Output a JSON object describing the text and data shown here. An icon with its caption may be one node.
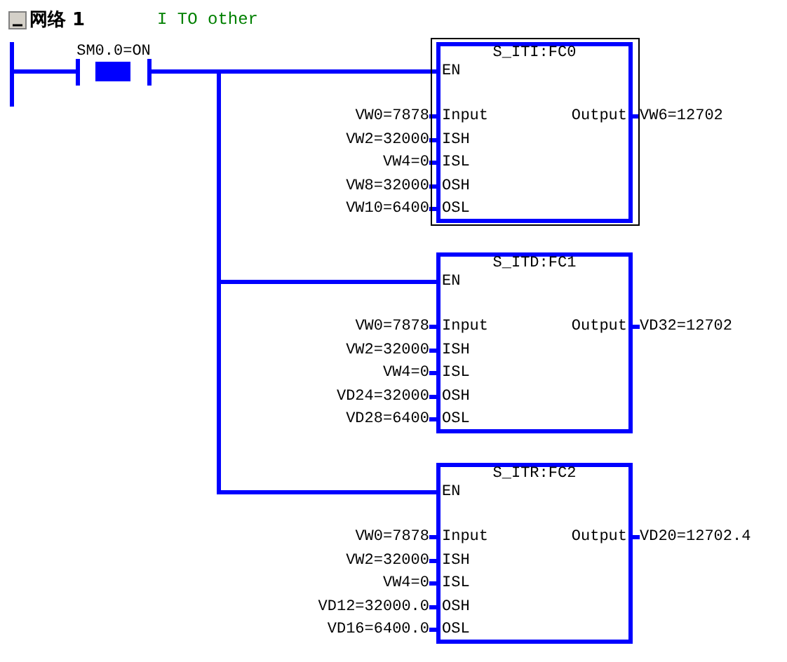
{
  "diagram": {
    "title": "网络 1",
    "nodes": [
      {
        "text": [],
        "shape": "bar"
      },
      {
        "text": [
          "SM0.0=ON"
        ]
      },
      {
        "text": [
          "S_ITI:FC0",
          "EN",
          "Input",
          "ISH",
          "ISL",
          "OSH",
          "OSL",
          "Output"
        ],
        "beside": [
          "VW0=7878",
          "VW2=32000",
          "VW4=0",
          "VW8=32000",
          "VW10=6400",
          "VW6=12702"
        ]
      },
      {
        "text": [
          "S_ITD:FC1",
          "EN",
          "Input",
          "ISH",
          "ISL",
          "OSH",
          "OSL",
          "Output"
        ],
        "beside": [
          "VW0=7878",
          "VW2=32000",
          "VW4=0",
          "VD24=32000",
          "VD28=6400",
          "VD32=12702"
        ]
      },
      {
        "text": [
          "S_ITR:FC2",
          "EN",
          "Input",
          "ISH",
          "ISL",
          "OSH",
          "OSL",
          "Output"
        ],
        "beside": [
          "VW0=7878",
          "VW2=32000",
          "VW4=0",
          "VD12=32000.0",
          "VD16=6400.0",
          "VD20=12702.4"
        ]
      }
    ],
    "edges": [
      {
        "from": 0,
        "to": 1,
        "arrow": "none"
      },
      {
        "from": 1,
        "to": 2,
        "arrow": "none"
      },
      {
        "from": 1,
        "to": 3,
        "arrow": "none"
      },
      {
        "from": 1,
        "to": 4,
        "arrow": "none"
      }
    ],
    "labels": [
      "I TO other"
    ]
  }
}
